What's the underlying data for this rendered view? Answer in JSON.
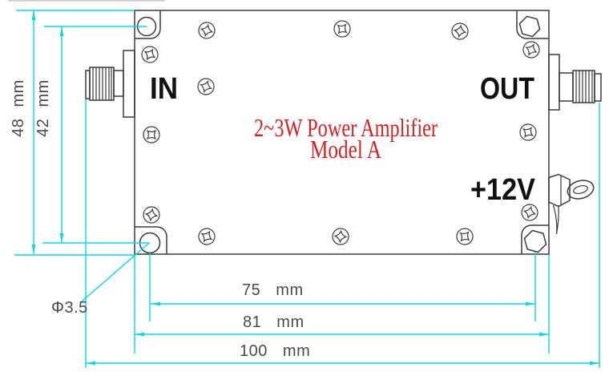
{
  "drawing": {
    "title_line1": "2~3W Power Amplifier",
    "title_line2": "Model A",
    "ports": {
      "in": "IN",
      "out": "OUT",
      "power": "+12V"
    },
    "dims": {
      "overall_height": "48 mm",
      "hole_span_v": "42 mm",
      "hole_span_h": "75 mm",
      "body_width": "81 mm",
      "overall_length": "100 mm",
      "hole_diameter": "Φ3.5"
    },
    "colors": {
      "dimension_line": "#00dce8",
      "outline": "#3a3a3a",
      "title_red": "#da2020",
      "port_label": "#111111",
      "dimension_text": "#4a4a4a"
    }
  }
}
